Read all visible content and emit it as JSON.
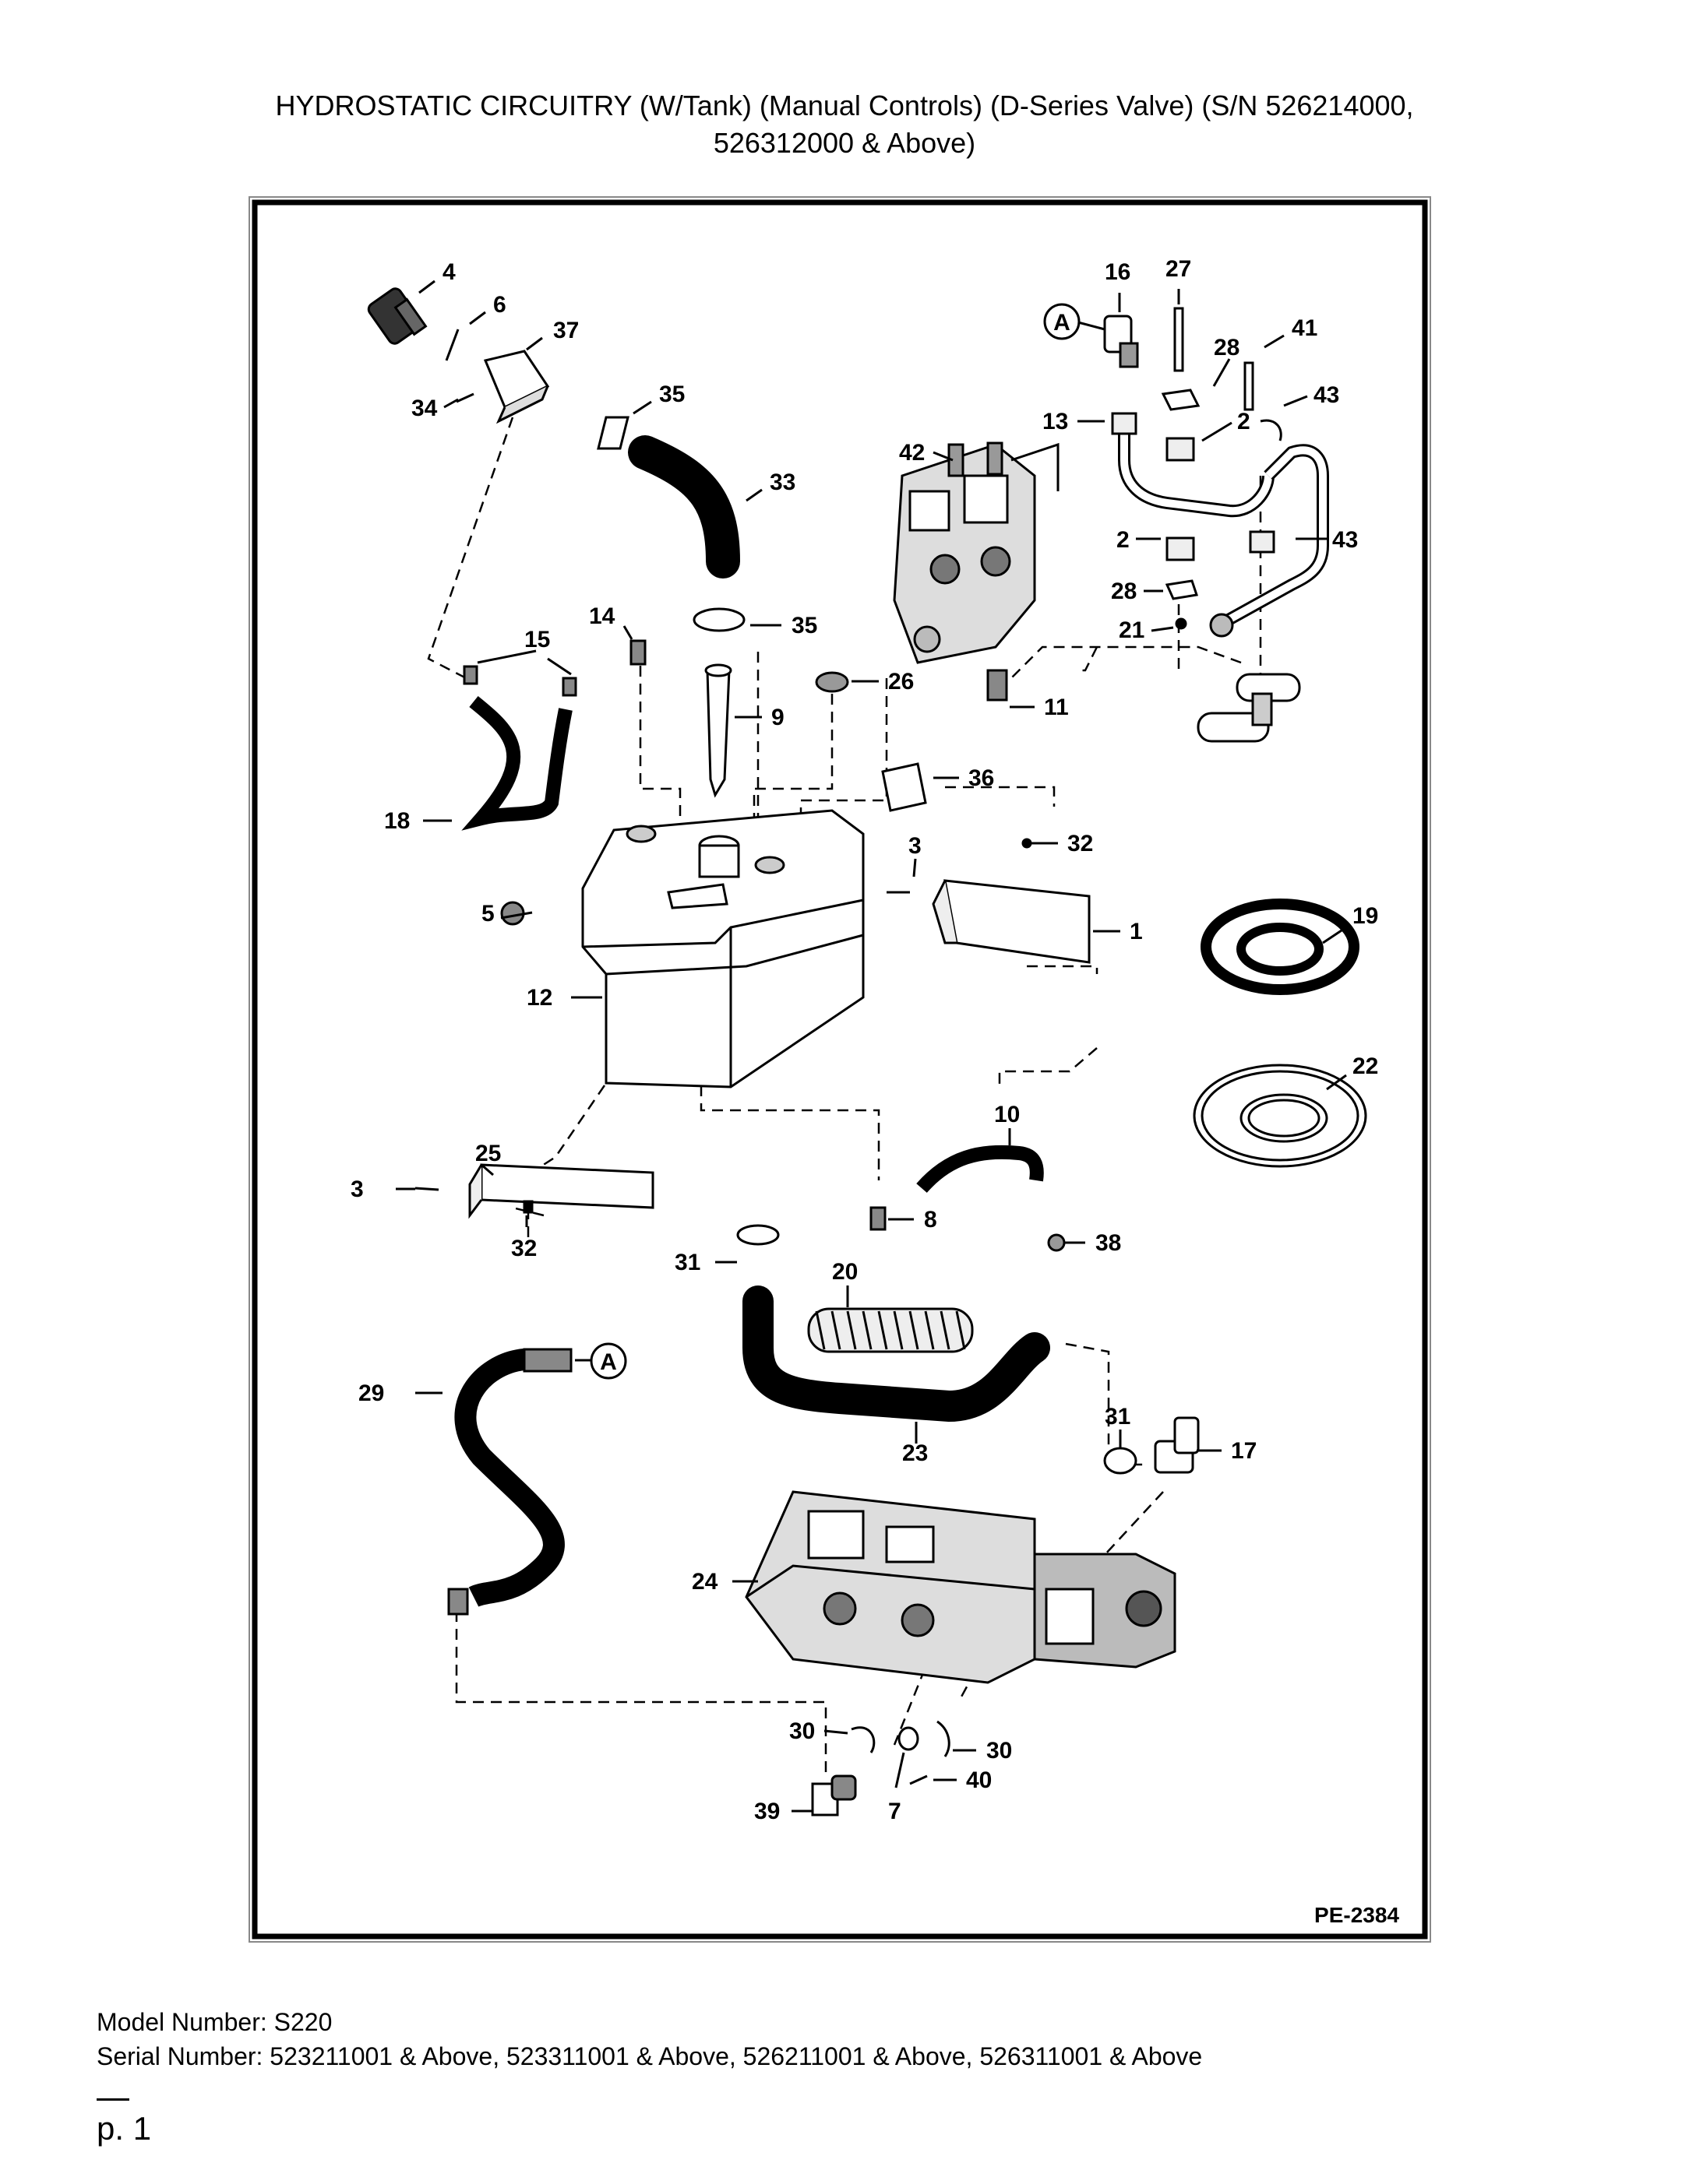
{
  "page": {
    "title_line1": "HYDROSTATIC CIRCUITRY (W/Tank) (Manual Controls) (D-Series Valve) (S/N 526214000,",
    "title_line2": "526312000 & Above)",
    "diagram_ref": "PE-2384",
    "model_number": "Model Number: S220",
    "serial_number": "Serial Number: 523211001 & Above, 523311001 & Above, 526211001 & Above, 526311001 & Above",
    "page_number": "p. 1"
  },
  "diagram": {
    "connector_label": "A",
    "callouts": {
      "c4": "4",
      "c6": "6",
      "c37": "37",
      "c34": "34",
      "c35a": "35",
      "c33": "33",
      "c16": "16",
      "c27": "27",
      "c28a": "28",
      "c41": "41",
      "c13": "13",
      "c2a": "2",
      "c43a": "43",
      "c42": "42",
      "c2b": "2",
      "c43b": "43",
      "c28b": "28",
      "c21": "21",
      "c14": "14",
      "c15": "15",
      "c35b": "35",
      "c26": "26",
      "c11": "11",
      "c9": "9",
      "c36": "36",
      "c18": "18",
      "c3a": "3",
      "c32a": "32",
      "c5": "5",
      "c1": "1",
      "c19": "19",
      "c12": "12",
      "c22": "22",
      "c10": "10",
      "c25": "25",
      "c3b": "3",
      "c32b": "32",
      "c8": "8",
      "c38": "38",
      "c31a": "31",
      "c20": "20",
      "c29": "29",
      "c23": "23",
      "c31b": "31",
      "c17": "17",
      "c24": "24",
      "c30a": "30",
      "c30b": "30",
      "c40": "40",
      "c39": "39",
      "c7": "7"
    }
  }
}
